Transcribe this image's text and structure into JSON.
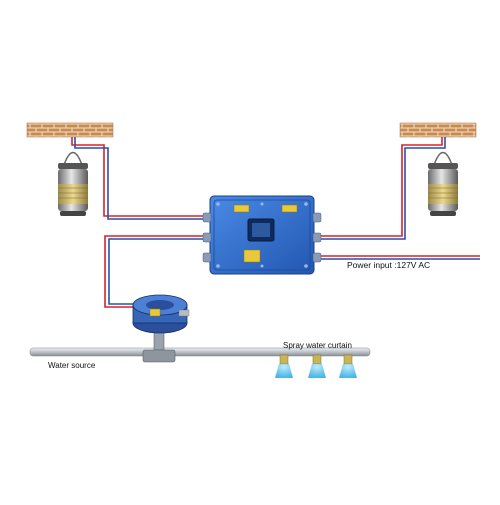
{
  "labels": {
    "power_input": "Power input :127V AC",
    "water_source": "Water source",
    "spray_curtain": "Spray water curtain"
  },
  "colors": {
    "background": "#ffffff",
    "brick": "#c98a52",
    "mortar": "#f2e2c8",
    "cable_red": "#d8232a",
    "cable_blue": "#2d4ea8",
    "control_box": "#2f6fd0",
    "warning_plate": "#e9c83a",
    "pipe": "#b8bcc2",
    "nozzle": "#c9b45a",
    "spray": "#5fc8f0",
    "sensor_band": "#d7c178"
  },
  "icons": [
    "brick-wall-icon",
    "hanging-sensor-icon",
    "explosion-proof-box-icon",
    "solenoid-valve-icon",
    "spray-nozzle-icon"
  ]
}
